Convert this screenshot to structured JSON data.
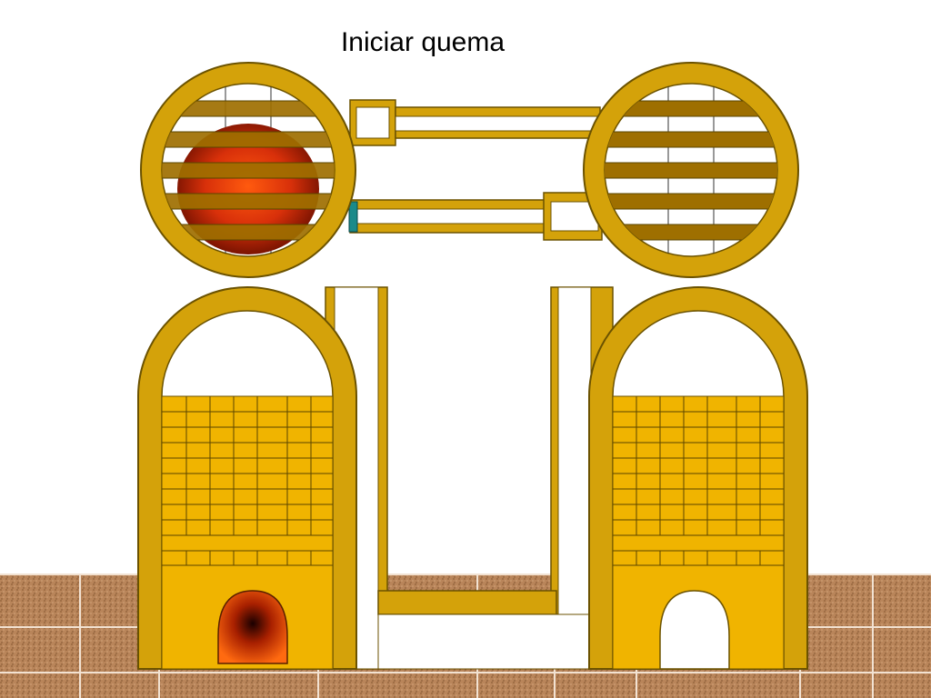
{
  "title": "Iniciar quema",
  "colors": {
    "background": "#ffffff",
    "ring": "#d4a20a",
    "ring_outline": "#6b5200",
    "bar": "#9e6f00",
    "kiln_fill": "#f0b400",
    "brick_line": "#5a4500",
    "duct": "#d4a20a",
    "ground": "#b9855a",
    "ground_grid": "#f2e2d2",
    "fire_outer": "#e8540a",
    "fire_inner": "#3a0a00",
    "damper": "#1a8a8a"
  },
  "icons": {
    "left_top_view": "hot-kiln-top-view",
    "right_top_view": "cold-kiln-top-view",
    "left_door": "burning-firebox",
    "right_door": "empty-firebox"
  }
}
